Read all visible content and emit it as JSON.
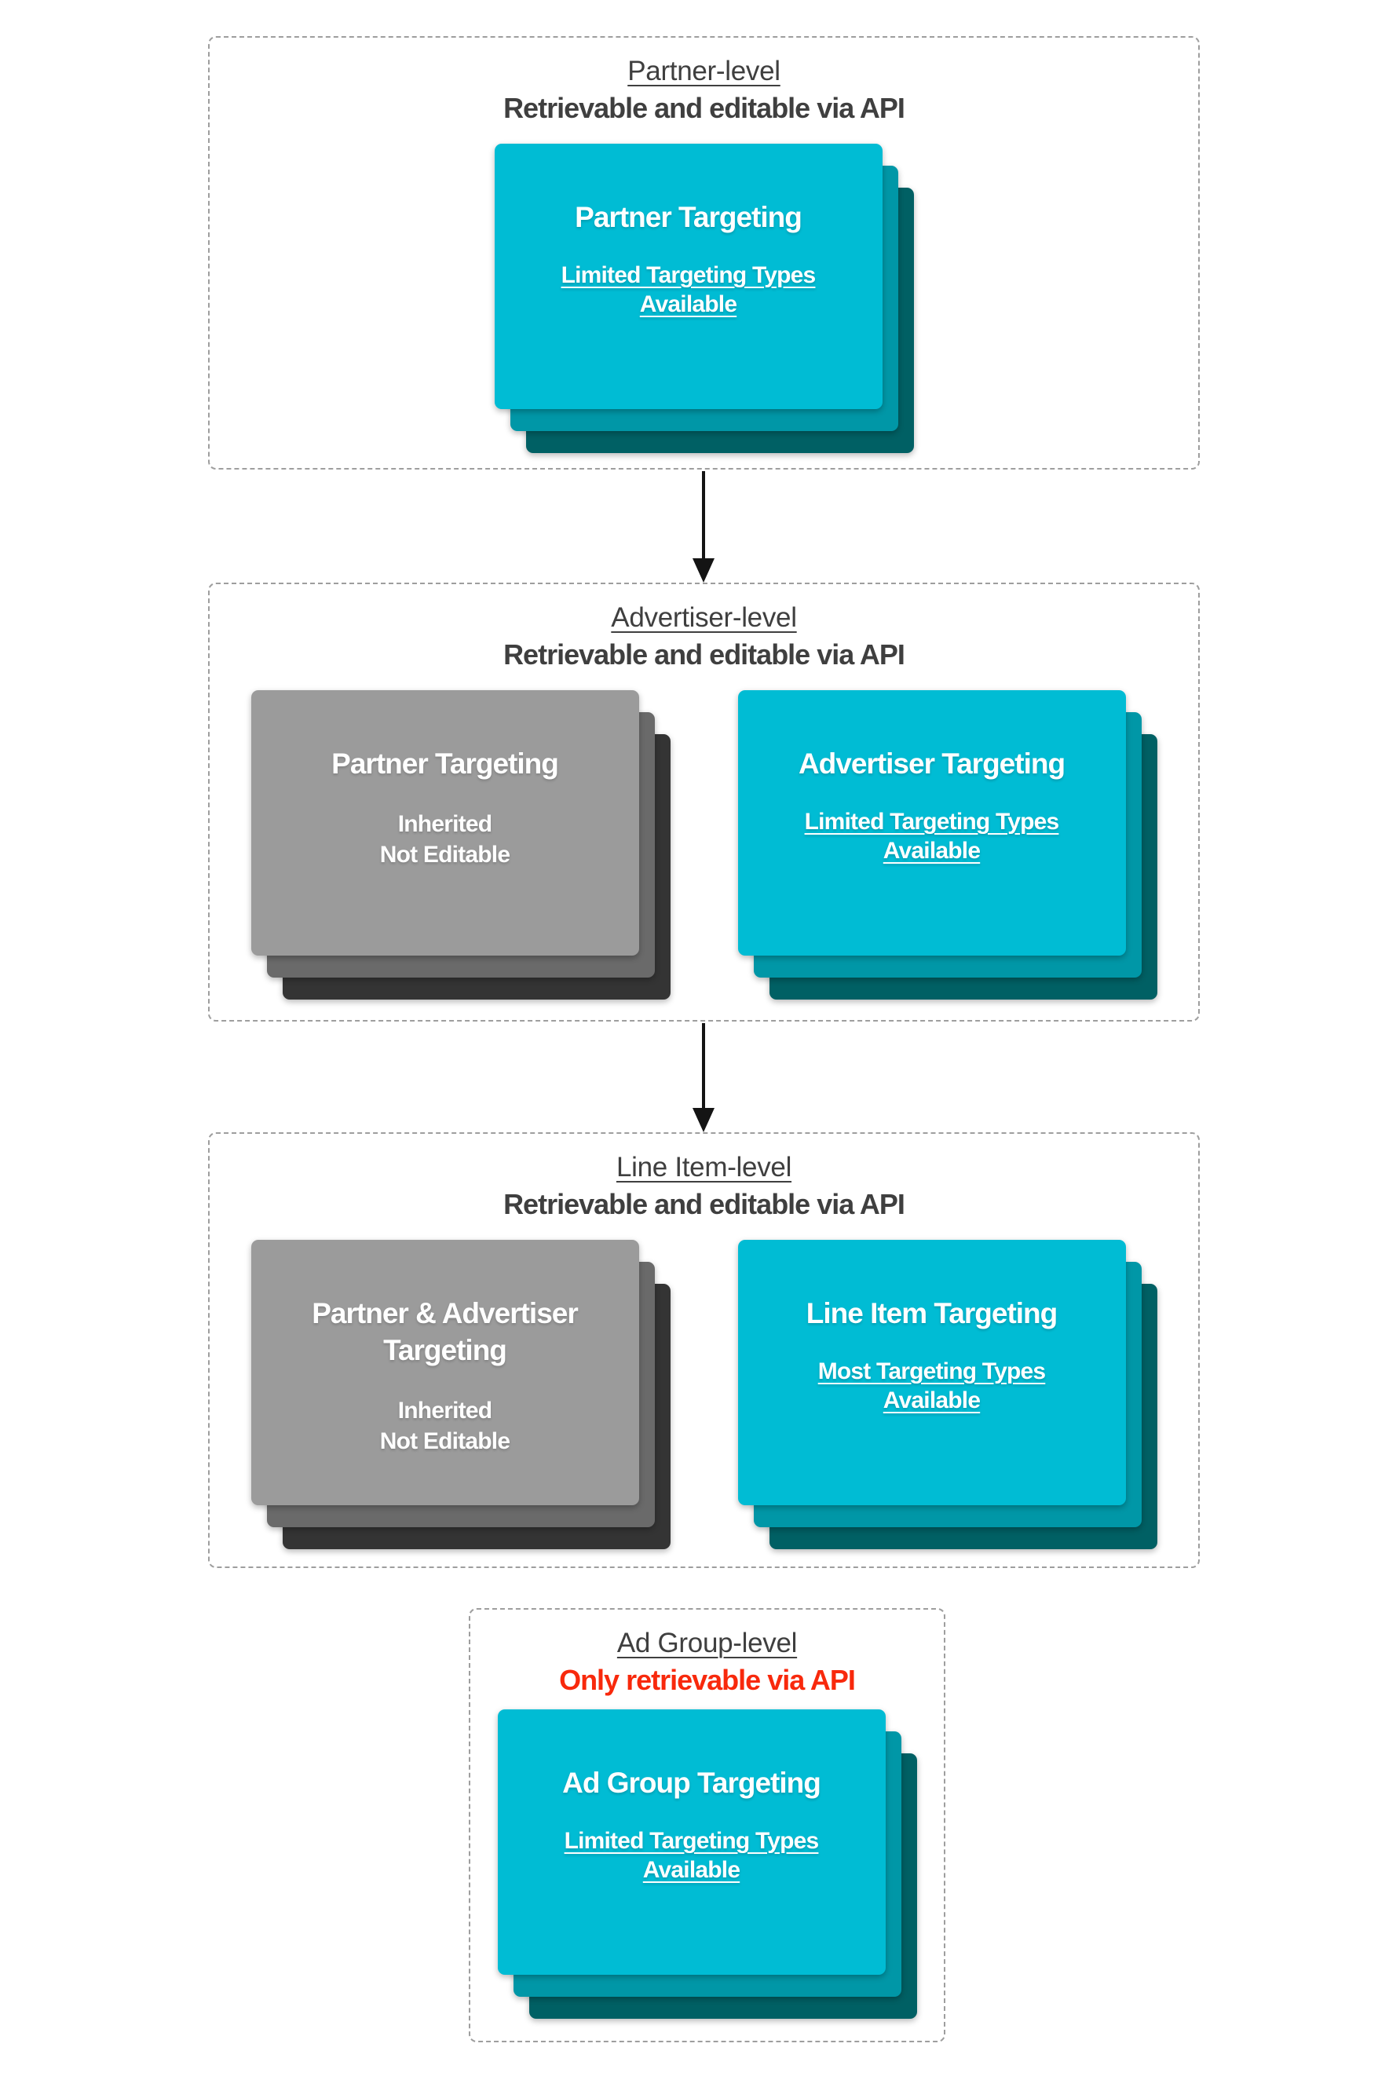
{
  "diagram": {
    "description": "Targeting levels diagram",
    "colors": {
      "background": "#ffffff",
      "section_border": "#9e9e9e",
      "heading_text": "#3f3f3f",
      "restricted_text": "#f8290c",
      "card_text": "#ffffff",
      "editable_card": "#00bcd4",
      "editable_card_shadow1": "#0097a7",
      "editable_card_shadow2": "#006064",
      "inherited_card": "#9b9b9b",
      "inherited_card_shadow1": "#6a6a6a",
      "inherited_card_shadow2": "#343434",
      "arrow": "#141414"
    },
    "sections": [
      {
        "title": "Partner-level",
        "subtitle": "Retrievable and editable via API",
        "cards": [
          {
            "kind": "editable",
            "title": "Partner Targeting",
            "note": "Limited Targeting Types Available"
          }
        ]
      },
      {
        "title": "Advertiser-level",
        "subtitle": "Retrievable and editable via API",
        "cards": [
          {
            "kind": "inherited",
            "title": "Partner Targeting",
            "body_lines": [
              "Inherited",
              "Not Editable"
            ]
          },
          {
            "kind": "editable",
            "title": "Advertiser Targeting",
            "note": "Limited Targeting Types Available"
          }
        ]
      },
      {
        "title": "Line Item-level",
        "subtitle": "Retrievable and editable via API",
        "cards": [
          {
            "kind": "inherited",
            "title": "Partner & Advertiser Targeting",
            "body_lines": [
              "Inherited",
              "Not Editable"
            ]
          },
          {
            "kind": "editable",
            "title": "Line Item Targeting",
            "note": "Most Targeting Types Available"
          }
        ]
      },
      {
        "title": "Ad Group-level",
        "subtitle": "Only retrievable via API",
        "cards": [
          {
            "kind": "editable",
            "title": "Ad Group Targeting",
            "note": "Limited Targeting Types Available"
          }
        ]
      }
    ],
    "arrows": [
      {
        "from": "Partner-level",
        "to": "Advertiser-level"
      },
      {
        "from": "Advertiser-level",
        "to": "Line Item-level"
      }
    ]
  }
}
